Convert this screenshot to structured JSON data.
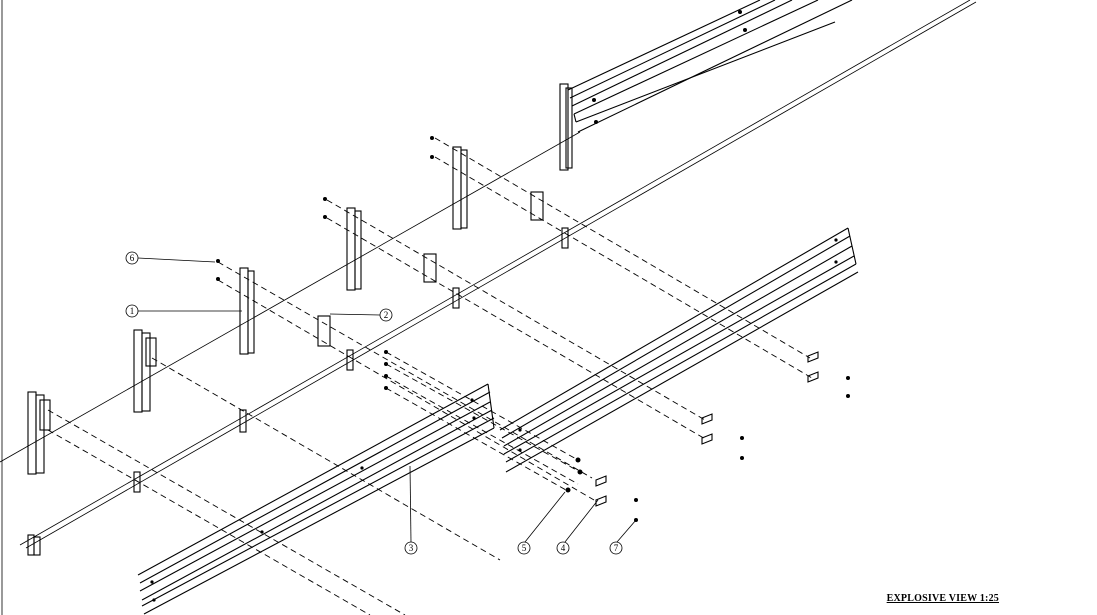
{
  "drawing": {
    "caption": "EXPLOSIVE VIEW 1:25",
    "balloons": [
      {
        "id": "1",
        "label": "1"
      },
      {
        "id": "2",
        "label": "2"
      },
      {
        "id": "3",
        "label": "3"
      },
      {
        "id": "4",
        "label": "4"
      },
      {
        "id": "5",
        "label": "5"
      },
      {
        "id": "6",
        "label": "6"
      },
      {
        "id": "7",
        "label": "7"
      }
    ]
  }
}
